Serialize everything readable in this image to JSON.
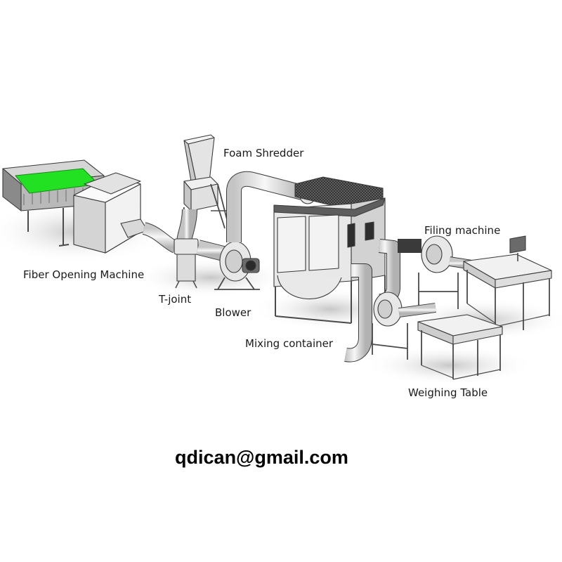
{
  "labels": {
    "foam_shredder": "Foam Shredder",
    "fiber_opening_machine": "Fiber Opening Machine",
    "t_joint": "T-joint",
    "blower": "Blower",
    "mixing_container": "Mixing container",
    "filing_machine": "Filing machine",
    "weighing_table": "Weighing Table"
  },
  "contact": {
    "email": "qdican@gmail.com"
  },
  "colors": {
    "conveyor_belt": "#22e022",
    "line": "#3a3a3a",
    "metal": "#ececec"
  }
}
